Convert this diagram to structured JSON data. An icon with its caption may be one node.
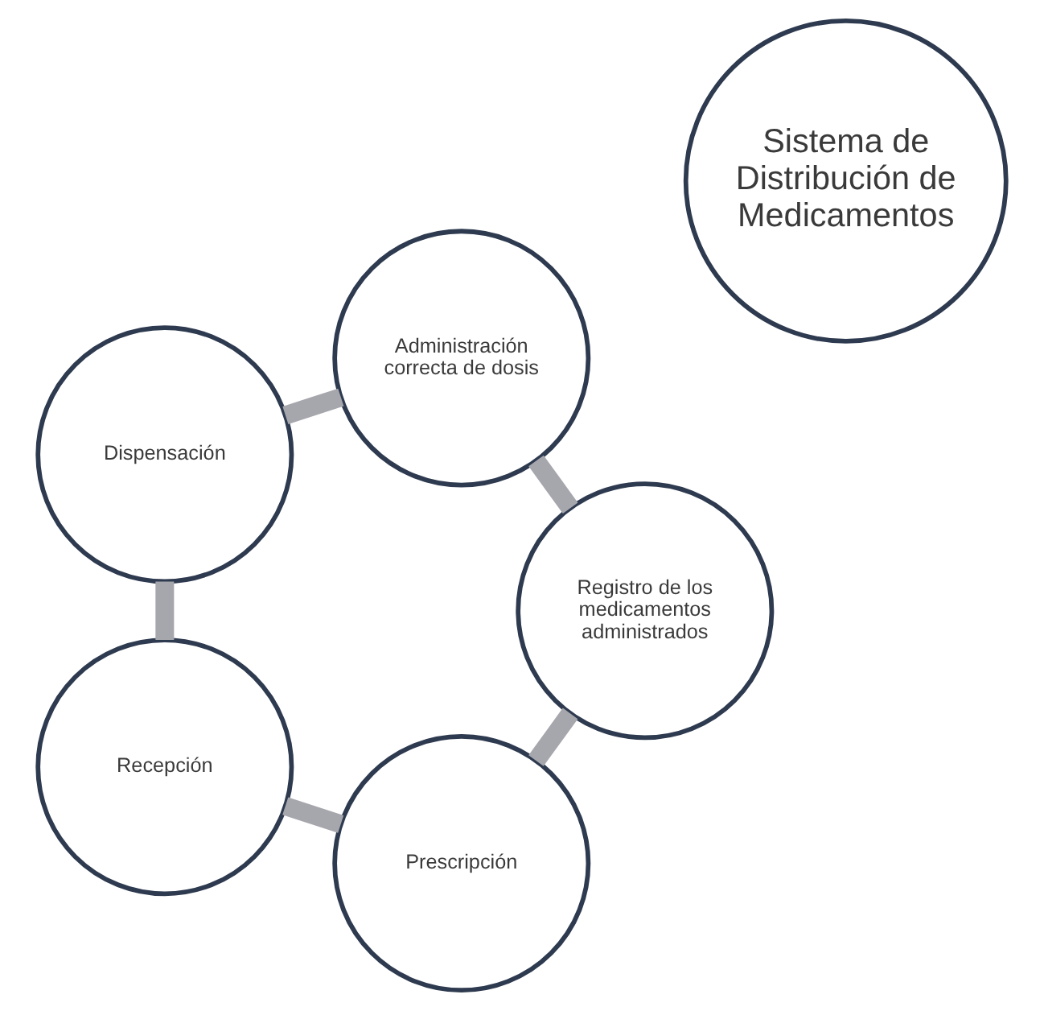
{
  "diagram": {
    "nodes": [
      {
        "text": [
          "Prescripción"
        ]
      },
      {
        "text": [
          "Recepción"
        ]
      },
      {
        "text": [
          "Dispensación"
        ]
      },
      {
        "text": [
          "Administración correcta de dosis"
        ]
      },
      {
        "text": [
          "Registro de los medicamentos administrados"
        ]
      },
      {
        "text": [
          "Sistema de Distribución de Medicamentos"
        ]
      }
    ],
    "edges": [
      {
        "from": 0,
        "to": 1,
        "arrow": "none"
      },
      {
        "from": 1,
        "to": 2,
        "arrow": "none"
      },
      {
        "from": 2,
        "to": 3,
        "arrow": "none"
      },
      {
        "from": 3,
        "to": 4,
        "arrow": "none"
      },
      {
        "from": 4,
        "to": 0,
        "arrow": "none"
      }
    ]
  }
}
